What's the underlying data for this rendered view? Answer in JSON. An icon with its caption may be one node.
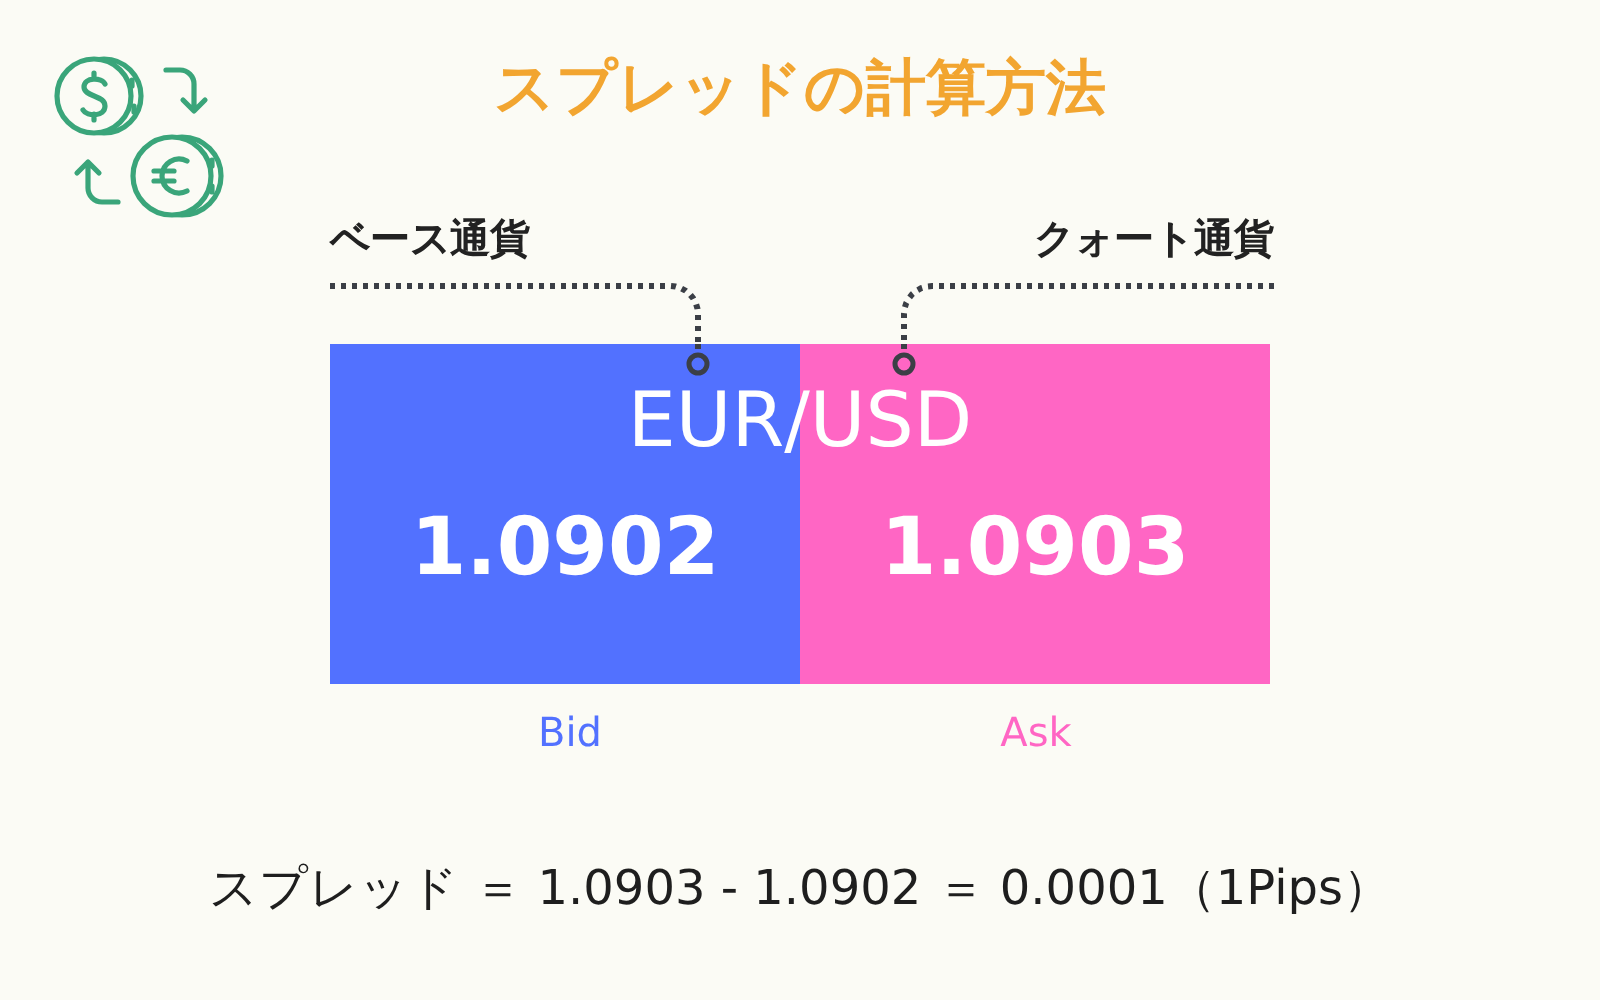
{
  "diagram": {
    "title": "スプレッドの計算方法",
    "nodes": [
      {
        "text": [
          "ベース通貨"
        ]
      },
      {
        "text": [
          "クォート通貨"
        ]
      },
      {
        "text": [
          "EUR/USD"
        ]
      },
      {
        "text": [
          "1.0902"
        ],
        "in": 2,
        "beside": [
          "Bid"
        ]
      },
      {
        "text": [
          "1.0903"
        ],
        "in": 2,
        "beside": [
          "Ask"
        ]
      }
    ],
    "edges": [
      {
        "from": 0,
        "to": 2,
        "arrow": "other",
        "style": "dashed"
      },
      {
        "from": 1,
        "to": 2,
        "arrow": "other",
        "style": "dashed"
      }
    ],
    "labels": [
      "スプレッド ＝ 1.0903 - 1.0902 ＝ 0.0001（1Pips）"
    ]
  }
}
